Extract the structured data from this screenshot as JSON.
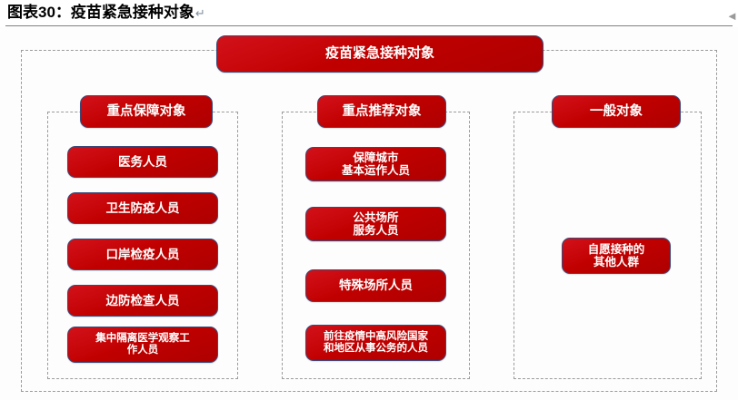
{
  "title": {
    "text": "图表30：疫苗紧急接种对象",
    "pilcrow": "↵"
  },
  "corner": {
    "marker_icon": "chevron-left-icon",
    "glyph": "◄"
  },
  "diagram": {
    "master_label": "疫苗紧急接种对象",
    "columns": [
      {
        "id": "key-guarantee",
        "header": "重点保障对象",
        "items": [
          {
            "lines": [
              "医务人员"
            ]
          },
          {
            "lines": [
              "卫生防疫人员"
            ]
          },
          {
            "lines": [
              "口岸检疫人员"
            ]
          },
          {
            "lines": [
              "边防检查人员"
            ]
          },
          {
            "lines": [
              "集中隔离医学观察工",
              "作人员"
            ]
          }
        ]
      },
      {
        "id": "key-recommended",
        "header": "重点推荐对象",
        "items": [
          {
            "lines": [
              "保障城市",
              "基本运作人员"
            ]
          },
          {
            "lines": [
              "公共场所",
              "服务人员"
            ]
          },
          {
            "lines": [
              "特殊场所人员"
            ]
          },
          {
            "lines": [
              "前往疫情中高风险国家",
              "和地区从事公务的人员"
            ]
          }
        ]
      },
      {
        "id": "general",
        "header": "一般对象",
        "items": [
          {
            "lines": [
              "自愿接种的",
              "其他人群"
            ]
          }
        ]
      }
    ]
  },
  "colors": {
    "box_fill": "#c00000",
    "box_border": "#3b4a7a",
    "box_text": "#ffffff",
    "frame_dash": "#9b9b9b",
    "title_text": "#000000",
    "rule": "#808080"
  }
}
